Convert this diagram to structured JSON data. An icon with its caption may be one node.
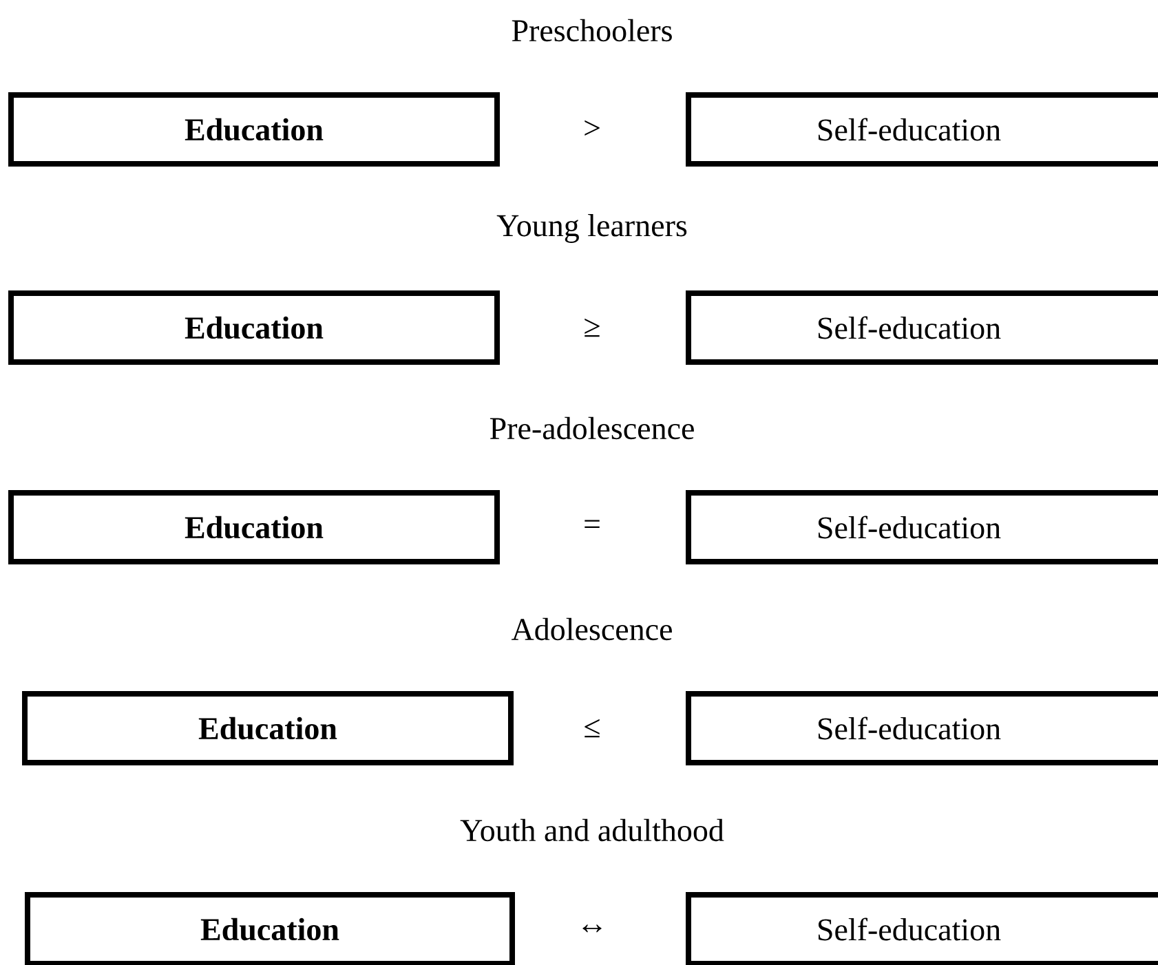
{
  "diagram": {
    "nodes": [
      {
        "text": [
          "**Education**"
        ]
      },
      {
        "text": [
          "Self-education"
        ]
      },
      {
        "text": [
          "**Education**"
        ]
      },
      {
        "text": [
          "Self-education"
        ]
      },
      {
        "text": [
          "**Education**"
        ]
      },
      {
        "text": [
          "Self-education"
        ]
      },
      {
        "text": [
          "**Education**"
        ]
      },
      {
        "text": [
          "Self-education"
        ]
      },
      {
        "text": [
          "**Education**"
        ]
      },
      {
        "text": [
          "Self-education"
        ]
      }
    ],
    "labels": [
      "Preschoolers",
      ">",
      "Young learners",
      "≥",
      "Pre-adolescence",
      "=",
      "Adolescence",
      "≤",
      "Youth and adulthood",
      "↔"
    ]
  }
}
